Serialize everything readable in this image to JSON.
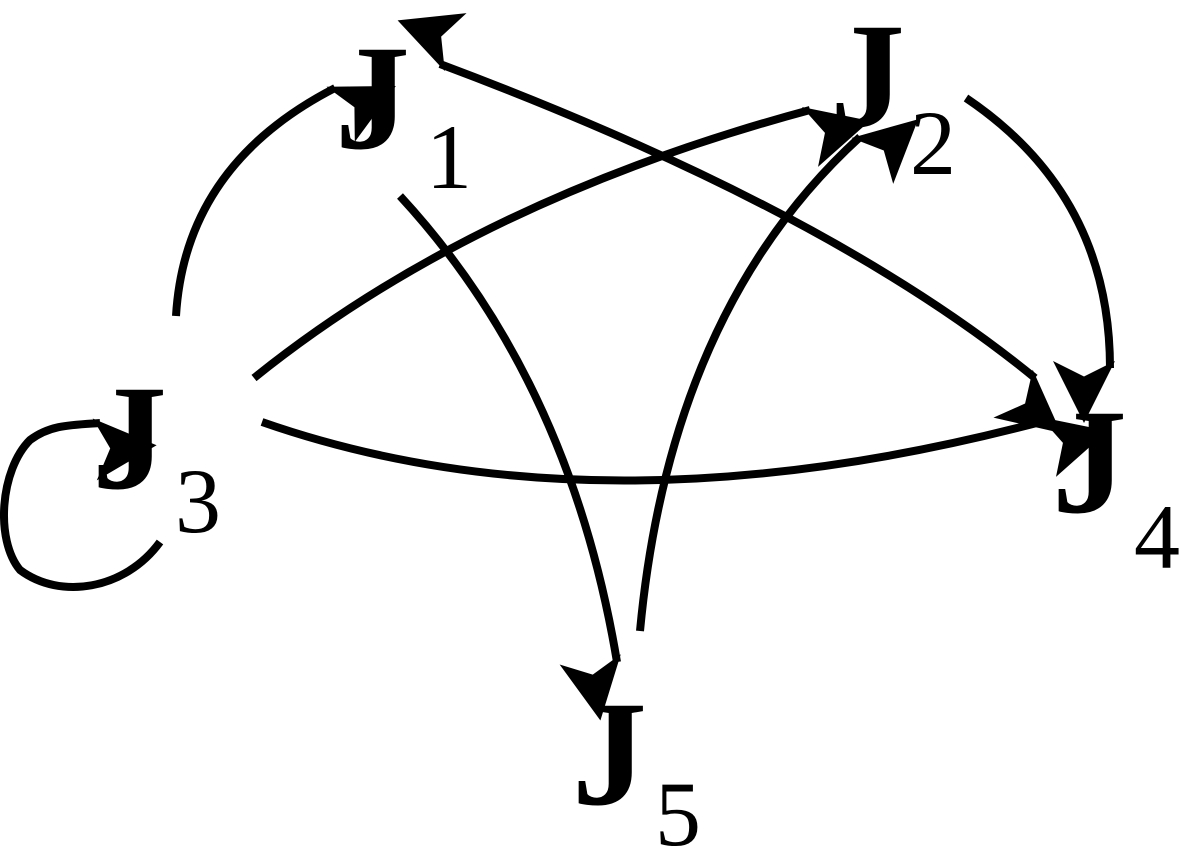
{
  "diagram": {
    "nodes": [
      {
        "id": "J1",
        "letter": "J",
        "subscript": "1"
      },
      {
        "id": "J2",
        "letter": "J",
        "subscript": "2"
      },
      {
        "id": "J3",
        "letter": "J",
        "subscript": "3"
      },
      {
        "id": "J4",
        "letter": "J",
        "subscript": "4"
      },
      {
        "id": "J5",
        "letter": "J",
        "subscript": "5"
      }
    ],
    "edges": [
      {
        "from": "J3",
        "to": "J1",
        "direction": "forward"
      },
      {
        "from": "J1",
        "to": "J4",
        "direction": "both"
      },
      {
        "from": "J3",
        "to": "J2",
        "direction": "forward"
      },
      {
        "from": "J1",
        "to": "J5",
        "direction": "forward"
      },
      {
        "from": "J5",
        "to": "J2",
        "direction": "forward"
      },
      {
        "from": "J2",
        "to": "J4",
        "direction": "forward"
      },
      {
        "from": "J3",
        "to": "J4",
        "direction": "forward"
      },
      {
        "from": "J3",
        "to": "J3",
        "direction": "self-loop"
      }
    ],
    "colors": {
      "ink": "#000000",
      "background": "#ffffff"
    }
  }
}
